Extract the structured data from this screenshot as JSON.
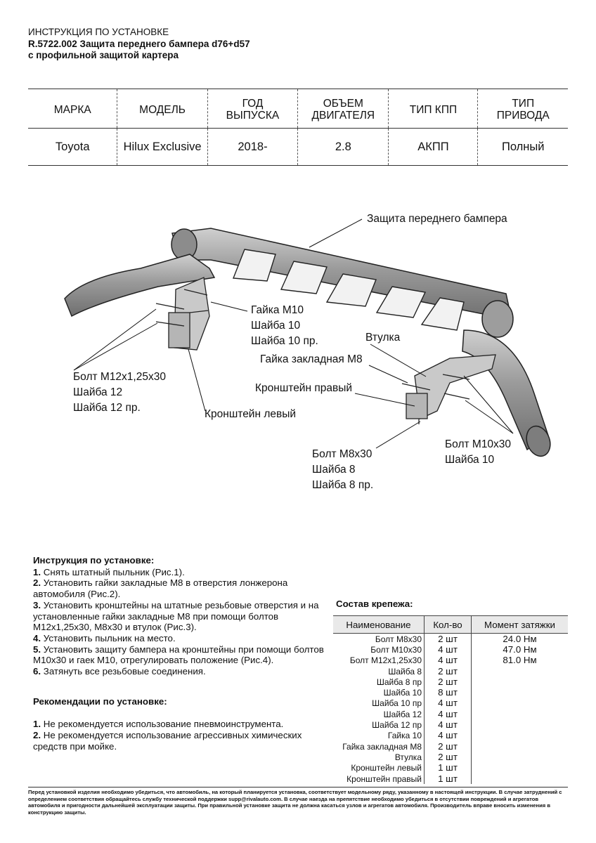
{
  "header": {
    "line1": "ИНСТРУКЦИЯ ПО УСТАНОВКЕ",
    "line2": "R.5722.002 Защита переднего бампера d76+d57",
    "line3": "с профильной защитой картера"
  },
  "spec_table": {
    "headers": [
      [
        "МАРКА",
        ""
      ],
      [
        "МОДЕЛЬ",
        ""
      ],
      [
        "ГОД",
        "ВЫПУСКА"
      ],
      [
        "ОБЪЕМ",
        "ДВИГАТЕЛЯ"
      ],
      [
        "ТИП КПП",
        ""
      ],
      [
        "ТИП",
        "ПРИВОДА"
      ]
    ],
    "values": [
      "Toyota",
      "Hilux Exclusive",
      "2018-",
      "2.8",
      "АКПП",
      "Полный"
    ]
  },
  "figure": {
    "labels": {
      "bumper": "Защита переднего бампера",
      "nut_m10": [
        "Гайка М10",
        "Шайба 10",
        "Шайба 10 пр."
      ],
      "bushing": "Втулка",
      "embedded_nut": "Гайка закладная М8",
      "bracket_right": "Кронштейн правый",
      "bolt_m12": [
        "Болт М12х1,25х30",
        "Шайба 12",
        "Шайба 12 пр."
      ],
      "bracket_left": "Кронштейн левый",
      "bolt_m10": [
        "Болт М10х30",
        "Шайба 10"
      ],
      "bolt_m8": [
        "Болт М8х30",
        "Шайба 8",
        "Шайба 8 пр."
      ]
    }
  },
  "instructions": {
    "title": "Инструкция по установке:",
    "steps": [
      {
        "num": "1.",
        "text": " Снять штатный пыльник (Рис.1)."
      },
      {
        "num": "2.",
        "text": " Установить гайки закладные М8 в отверстия лонжерона автомобиля (Рис.2)."
      },
      {
        "num": "3.",
        "text": " Установить кронштейны на штатные резьбовые отверстия и на установленные гайки закладные М8 при помощи болтов М12х1,25х30, М8х30 и втулок (Рис.3)."
      },
      {
        "num": "4.",
        "text": " Установить пыльник на место."
      },
      {
        "num": "5.",
        "text": " Установить защиту бампера на кронштейны при помощи болтов М10х30 и гаек М10, отрегулировать положение (Рис.4)."
      },
      {
        "num": "6.",
        "text": " Затянуть все резьбовые соединения."
      }
    ],
    "rec_title": "Рекомендации по установке:",
    "recs": [
      {
        "num": "1.",
        "text": " Не рекомендуется использование пневмоинструмента."
      },
      {
        "num": "2.",
        "text": " Не рекомендуется использование агрессивных химических средств при мойке."
      }
    ]
  },
  "fasteners": {
    "title": "Состав крепежа:",
    "headers": [
      "Наименование",
      "Кол-во",
      "Момент затяжки"
    ],
    "rows": [
      [
        "Болт М8х30",
        "2 шт",
        "24.0 Нм"
      ],
      [
        "Болт М10х30",
        "4 шт",
        "47.0 Нм"
      ],
      [
        "Болт М12х1,25х30",
        "4 шт",
        "81.0 Нм"
      ],
      [
        "Шайба 8",
        "2 шт",
        ""
      ],
      [
        "Шайба 8 пр",
        "2 шт",
        ""
      ],
      [
        "Шайба 10",
        "8 шт",
        ""
      ],
      [
        "Шайба 10 пр",
        "4 шт",
        ""
      ],
      [
        "Шайба 12",
        "4 шт",
        ""
      ],
      [
        "Шайба 12 пр",
        "4 шт",
        ""
      ],
      [
        "Гайка 10",
        "4 шт",
        ""
      ],
      [
        "Гайка закладная М8",
        "2 шт",
        ""
      ],
      [
        "Втулка",
        "2 шт",
        ""
      ],
      [
        "Кронштейн левый",
        "1 шт",
        ""
      ],
      [
        "Кронштейн правый",
        "1 шт",
        ""
      ]
    ]
  },
  "footer": "Перед установкой изделия необходимо убедиться, что автомобиль, на который планируется установка, соответствует модельному ряду, указанному в настоящей инструкции. В случае затруднений с определением соответствия обращайтесь службу технической поддержки supp@rivalauto.com. В случае наезда на препятствие необходимо убедиться в отсутствии повреждений и агрегатов автомобиля и пригодности дальнейшей эксплуатации защиты. При правильной установке защита не должна касаться узлов и агрегатов автомобиля. Производитель вправе вносить изменения в конструкцию защиты."
}
